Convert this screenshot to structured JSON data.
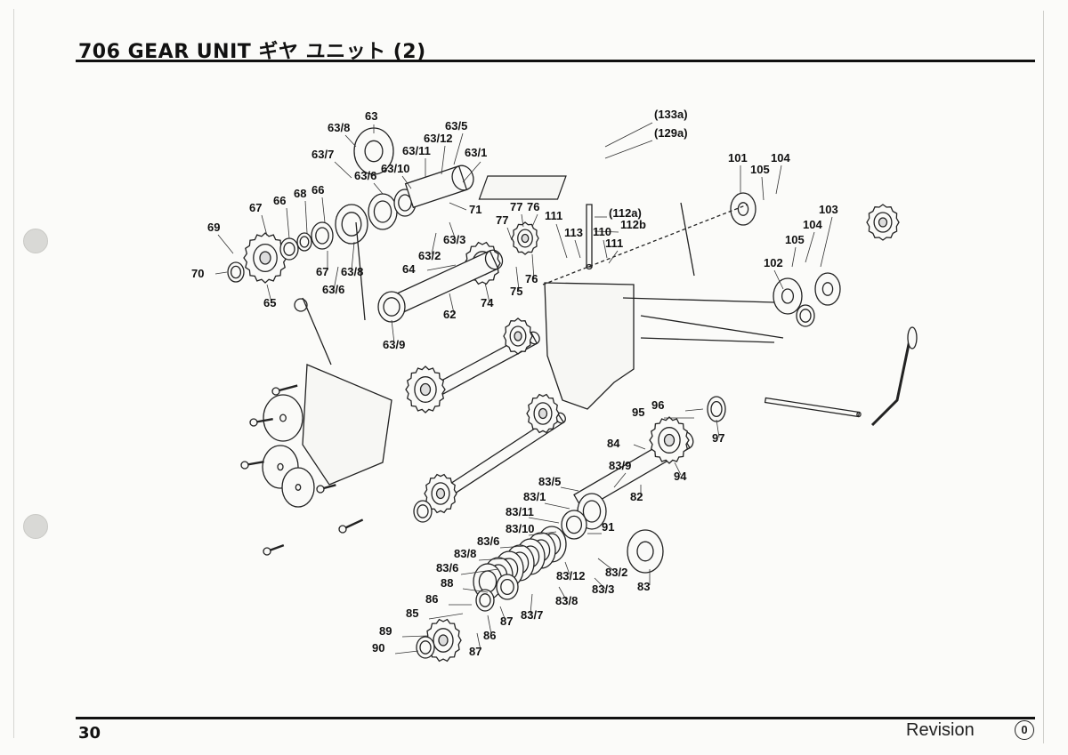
{
  "header": {
    "title": "706 GEAR UNIT ギヤ ユニット (2)"
  },
  "footer": {
    "page_number": "30",
    "revision_label": "Revision",
    "revision_number": "0"
  },
  "part_labels": [
    "63",
    "63/8",
    "63/7",
    "63/6",
    "63/10",
    "63/11",
    "63/12",
    "63/5",
    "63/1",
    "71",
    "66",
    "68",
    "67",
    "69",
    "70",
    "65",
    "66",
    "67",
    "63/8",
    "63/6",
    "63/2",
    "63/3",
    "64",
    "62",
    "63/9",
    "74",
    "75",
    "76",
    "77",
    "77",
    "76",
    "111",
    "113",
    "110",
    "111",
    "(133a)",
    "(129a)",
    "(112a)",
    "112b",
    "101",
    "105",
    "104",
    "103",
    "104",
    "105",
    "102",
    "96",
    "95",
    "97",
    "84",
    "83/9",
    "82",
    "94",
    "83/5",
    "83/1",
    "83/11",
    "83/10",
    "83/6",
    "91",
    "83/8",
    "83/6",
    "83/2",
    "83/12",
    "83/3",
    "83",
    "88",
    "86",
    "85",
    "87",
    "83/8",
    "83/7",
    "86",
    "89",
    "90",
    "87"
  ]
}
